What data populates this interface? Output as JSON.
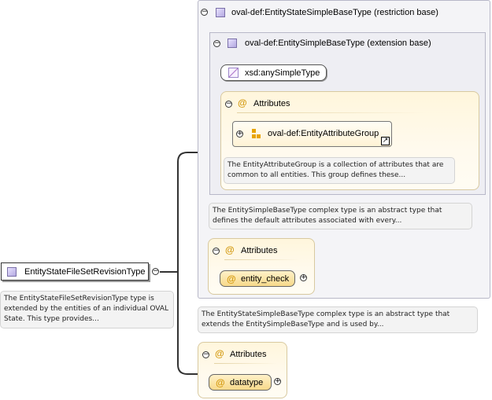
{
  "root": {
    "label": "EntityStateFileSetRevisionType",
    "description": "The EntityStateFileSetRevisionType type is extended by the entities of an individual OVAL State. This type provides..."
  },
  "restriction_base": {
    "label": "oval-def:EntityStateSimpleBaseType (restriction base)",
    "description": "The EntityStateSimpleBaseType complex type is an abstract type that extends the EntitySimpleBaseType and is used by...",
    "extension_base": {
      "label": "oval-def:EntitySimpleBaseType (extension base)",
      "description": "The EntitySimpleBaseType complex type is an abstract type that defines the default attributes associated with every...",
      "simple_type": {
        "label": "xsd:anySimpleType"
      },
      "attributes": {
        "label": "Attributes",
        "group": {
          "label": "oval-def:EntityAttributeGroup",
          "description": "The EntityAttributeGroup is a collection of attributes that are common to all entities. This group defines these..."
        }
      }
    },
    "attributes": {
      "label": "Attributes",
      "entity_check": {
        "label": "entity_check"
      }
    }
  },
  "attributes_bottom": {
    "label": "Attributes",
    "datatype": {
      "label": "datatype"
    }
  },
  "icons": {
    "collapse": "minus-circle-icon",
    "expand": "plus-circle-icon",
    "complex_type": "purple-square-icon",
    "attribute": "at-sign-icon",
    "group": "attribute-group-icon",
    "link": "arrow-link-icon"
  },
  "colors": {
    "attribute_fill": "#fff6dc",
    "attribute_icon": "#d49a10",
    "group_icon": "#e8a400",
    "type_icon": "#b3a8e0",
    "connector": "#333333"
  }
}
